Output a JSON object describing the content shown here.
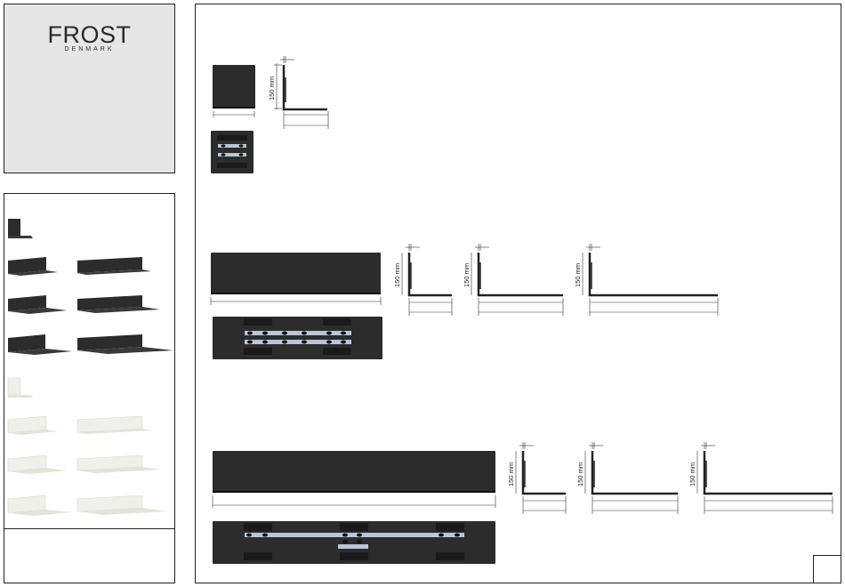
{
  "brand": {
    "name": "FROST",
    "sub": "DENMARK"
  },
  "colors": {
    "black_finish": "#2c2c2c",
    "white_finish": "#eef0e9",
    "bracket_steel": "#b8c6d8"
  },
  "variants": {
    "black": [
      "black-150",
      "black-small-a",
      "black-small-b",
      "black-small-c",
      "black-large-a",
      "black-large-b",
      "black-large-c"
    ],
    "white": [
      "white-150",
      "white-small-a",
      "white-small-b",
      "white-small-c",
      "white-large-a",
      "white-large-b",
      "white-large-c"
    ]
  },
  "drawings": {
    "height_label": "150 mm"
  },
  "notes": "",
  "page_number": ""
}
